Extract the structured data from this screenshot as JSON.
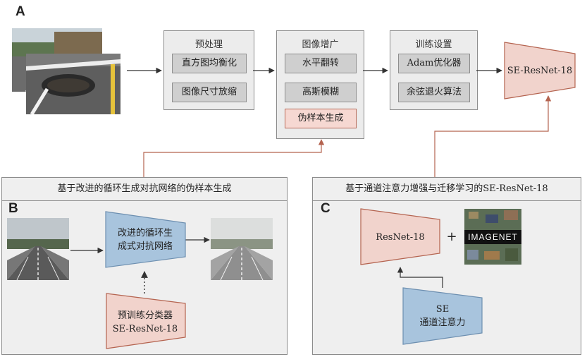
{
  "panel_a": {
    "letter": "A",
    "preprocess": {
      "title": "预处理",
      "steps": [
        "直方图均衡化",
        "图像尺寸放缩"
      ]
    },
    "augment": {
      "title": "图像增广",
      "steps": [
        "水平翻转",
        "高斯模糊",
        "伪样本生成"
      ]
    },
    "training": {
      "title": "训练设置",
      "steps": [
        "Adam优化器",
        "余弦退火算法"
      ]
    },
    "model": "SE-ResNet-18"
  },
  "panel_b": {
    "letter": "B",
    "header": "基于改进的循环生成对抗网络的伪样本生成",
    "generator_line1": "改进的循环生",
    "generator_line2": "成式对抗网络",
    "classifier_line1": "预训练分类器",
    "classifier_line2": "SE-ResNet-18"
  },
  "panel_c": {
    "letter": "C",
    "header": "基于通道注意力增强与迁移学习的SE-ResNet-18",
    "backbone": "ResNet-18",
    "plus": "+",
    "imagenet_text": "IMAGENET",
    "se_line1": "SE",
    "se_line2": "通道注意力"
  },
  "colors": {
    "pink_fill": "#f1d3cc",
    "pink_stroke": "#b4634f",
    "blue_fill": "#a8c4dd",
    "blue_stroke": "#6d8fb0",
    "arrow": "#333333",
    "connector": "#b4634f"
  }
}
